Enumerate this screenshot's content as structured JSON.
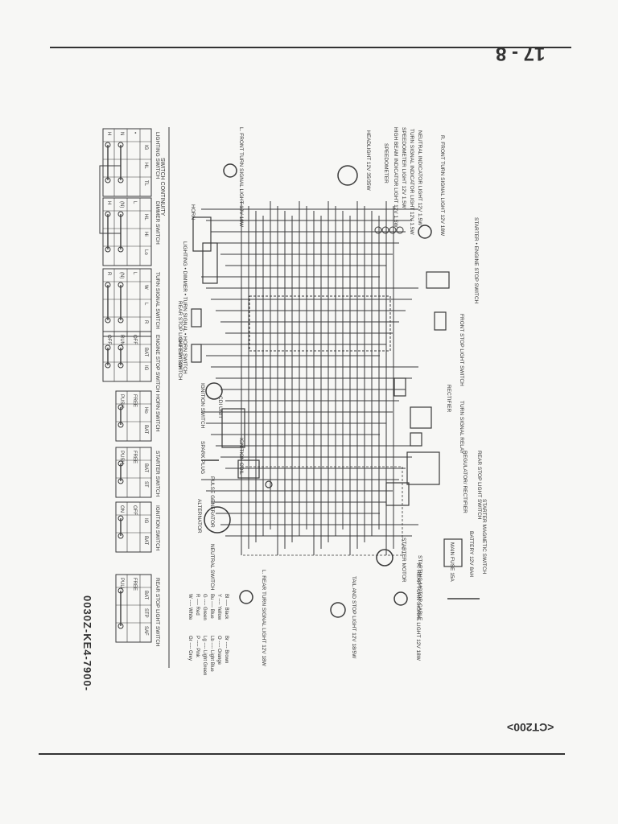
{
  "header": {
    "page_number": "17 - 8"
  },
  "footer": {
    "model": "<CT200>",
    "part_number": "0030Z-KE4-7900-"
  },
  "diagram": {
    "component_labels": {
      "front_turn_right": "R. FRONT TURN SIGNAL LIGHT 12V 18W",
      "neutral_indicator": "NEUTRAL INDICATOR LIGHT 12V 1.5W",
      "turn_indicator": "TURN SIGNAL INDICATOR LIGHT 12V 1.5W",
      "speedometer_light": "SPEEDOMETER LIGHT 12V 1.5W",
      "high_beam": "HIGH BEAM INDICATOR LIGHT 12V 1.5W",
      "speedometer": "SPEEDOMETER",
      "headlight": "HEADLIGHT 12V 35/35W",
      "front_turn_left": "L. FRONT TURN SIGNAL LIGHT 12V 18W",
      "horn": "HORN",
      "lighting_dimmer": "LIGHTING • DIMMER • TURN SIGNAL • HORN SWITCH",
      "rear_stop_switch": "REAR STOP LIGHT SWITCH",
      "safety_switch": "SAFETY SWITCH",
      "ignition_switch": "IGNITION SWITCH",
      "cdi_unit": "CDI UNIT",
      "spark_plug": "SPARK PLUG",
      "ignition_coil": "IGNITION COIL",
      "pulse_generator": "PULSE GENERATOR",
      "alternator": "ALTERNATOR",
      "neutral_switch": "NEUTRAL SWITCH",
      "rear_turn_left": "L. REAR TURN SIGNAL LIGHT 12V 18W",
      "starter_engine_stop": "STARTER • ENGINE STOP SWITCH",
      "front_stop_switch": "FRONT STOP LIGHT SWITCH",
      "rectifier": "RECTIFIER",
      "turn_relay": "TURN SIGNAL RELAY",
      "regulator": "REGULATOR/ RECTIFIER",
      "rear_stop_switch2": "REAR STOP LIGHT SWITCH",
      "starter_relay": "STARTER MAGNETIC SWITCH",
      "battery": "BATTERY 12V 8AH",
      "main_fuse": "MAIN FUSE 15A",
      "starter_motor": "STARTER MOTOR",
      "starting_cable": "STARTING MOTOR CABLE",
      "rear_turn_right": "R. REAR TURN SIGNAL LIGHT 12V 18W",
      "tail_stop": "TAIL AND STOP LIGHT 12V 18/5W"
    },
    "switch_continuity_title": "SWITCH CONTINUITY",
    "switch_tables": [
      {
        "title": "LIGHTING SWITCH",
        "cols": [
          "IG",
          "HL",
          "TL"
        ],
        "rows": [
          "•",
          "N",
          "H"
        ]
      },
      {
        "title": "DIMMER SWITCH",
        "cols": [
          "HL",
          "Hi",
          "Lo"
        ],
        "rows": [
          "L",
          "(N)",
          "H"
        ]
      },
      {
        "title": "TURN SIGNAL SWITCH",
        "cols": [
          "W",
          "L",
          "R"
        ],
        "rows": [
          "L",
          "(N)",
          "R"
        ]
      },
      {
        "title": "ENGINE STOP SWITCH",
        "cols": [
          "BAT",
          "IG"
        ],
        "rows": [
          "OFF",
          "RUN",
          "OFF"
        ]
      },
      {
        "title": "HORN SWITCH",
        "cols": [
          "Ho",
          "BAT"
        ],
        "rows": [
          "FREE",
          "PUSH"
        ]
      },
      {
        "title": "STARTER SWITCH",
        "cols": [
          "BAT",
          "ST"
        ],
        "rows": [
          "FREE",
          "PUSH"
        ]
      },
      {
        "title": "IGNITION SWITCH",
        "cols": [
          "IG",
          "BAT"
        ],
        "rows": [
          "OFF",
          "ON"
        ]
      },
      {
        "title": "REAR STOP LIGHT SWITCH",
        "cols": [
          "BAT",
          "STP",
          "SAF"
        ],
        "rows": [
          "FREE",
          "PULL"
        ]
      }
    ],
    "color_legend": [
      "Bl ---- Black",
      "Br ---- Brown",
      "Y ---- Yellow",
      "O ---- Orange",
      "Bu ---- Blue",
      "Lb ---- Light Blue",
      "G ---- Green",
      "Lg ---- Light Green",
      "R ---- Red",
      "P ---- Pink",
      "W ---- White",
      "Gr ---- Grey"
    ]
  }
}
